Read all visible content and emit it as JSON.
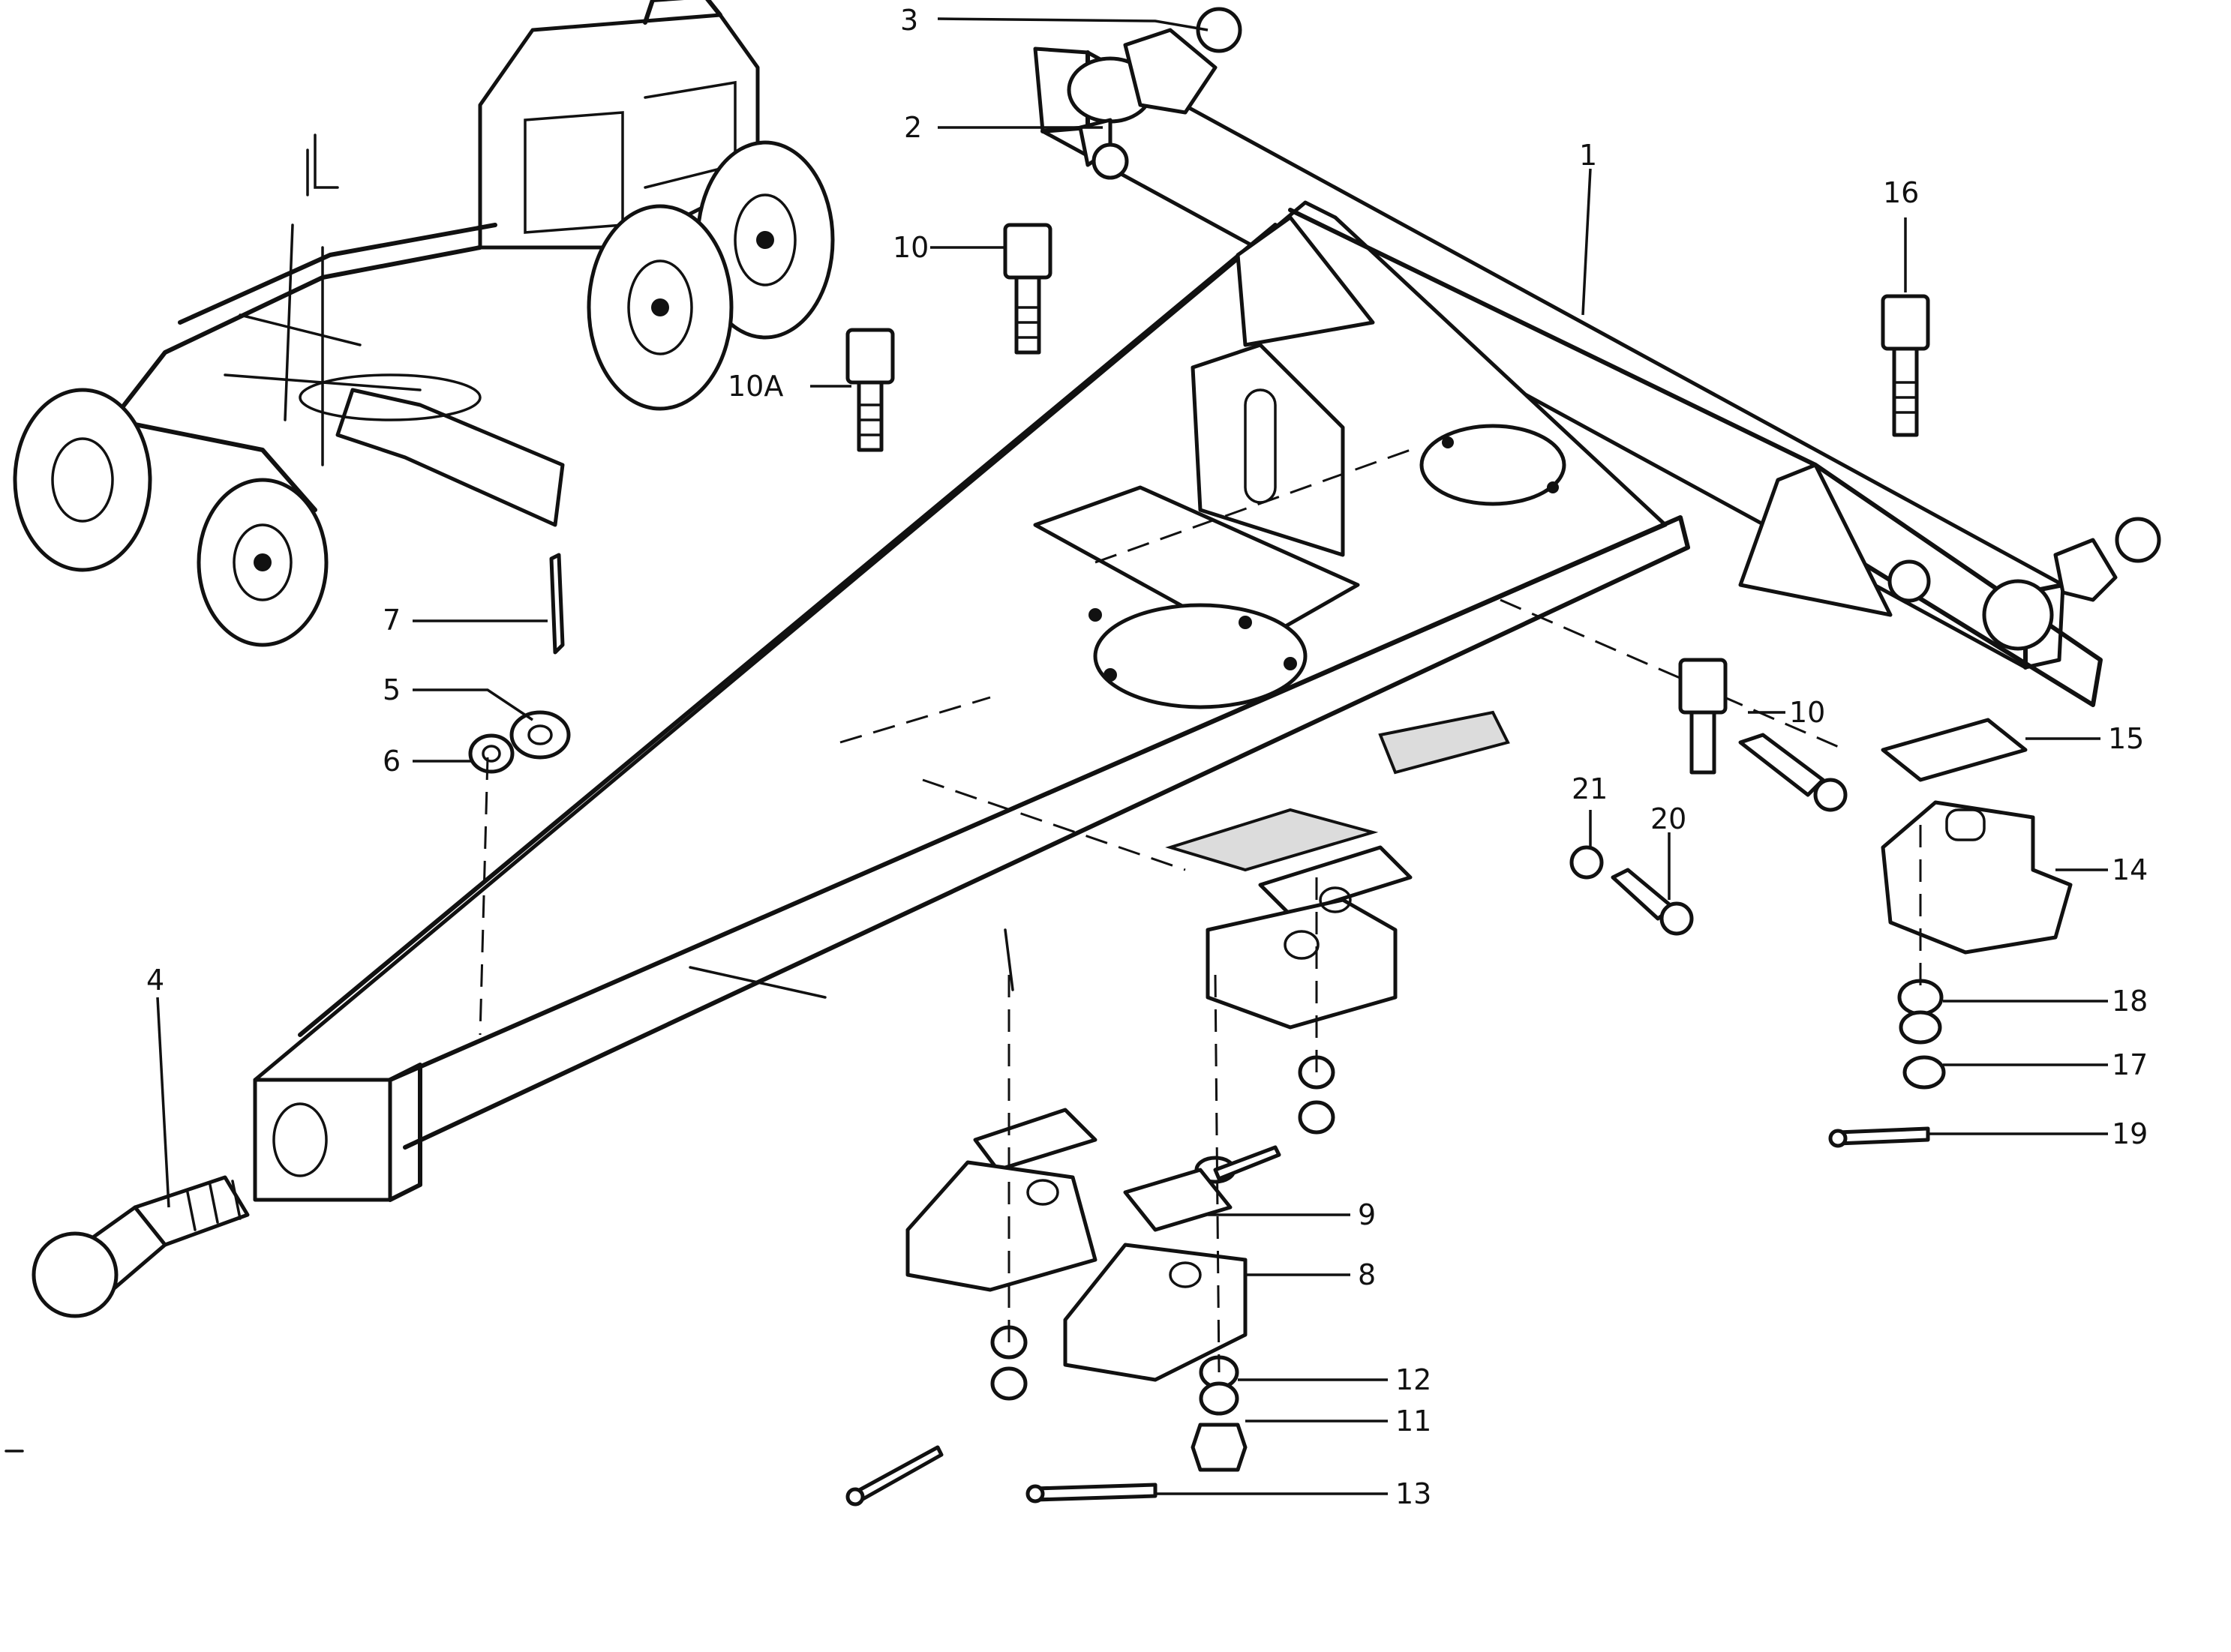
{
  "callouts": [
    {
      "id": "1",
      "text": "1"
    },
    {
      "id": "2",
      "text": "2"
    },
    {
      "id": "3",
      "text": "3"
    },
    {
      "id": "4",
      "text": "4"
    },
    {
      "id": "5",
      "text": "5"
    },
    {
      "id": "6",
      "text": "6"
    },
    {
      "id": "7",
      "text": "7"
    },
    {
      "id": "8",
      "text": "8"
    },
    {
      "id": "9",
      "text": "9"
    },
    {
      "id": "10",
      "text": "10"
    },
    {
      "id": "10b",
      "text": "10"
    },
    {
      "id": "10A",
      "text": "10A"
    },
    {
      "id": "11",
      "text": "11"
    },
    {
      "id": "12",
      "text": "12"
    },
    {
      "id": "13",
      "text": "13"
    },
    {
      "id": "14",
      "text": "14"
    },
    {
      "id": "15",
      "text": "15"
    },
    {
      "id": "16",
      "text": "16"
    },
    {
      "id": "17",
      "text": "17"
    },
    {
      "id": "18",
      "text": "18"
    },
    {
      "id": "19",
      "text": "19"
    },
    {
      "id": "20",
      "text": "20"
    },
    {
      "id": "21",
      "text": "21"
    }
  ]
}
